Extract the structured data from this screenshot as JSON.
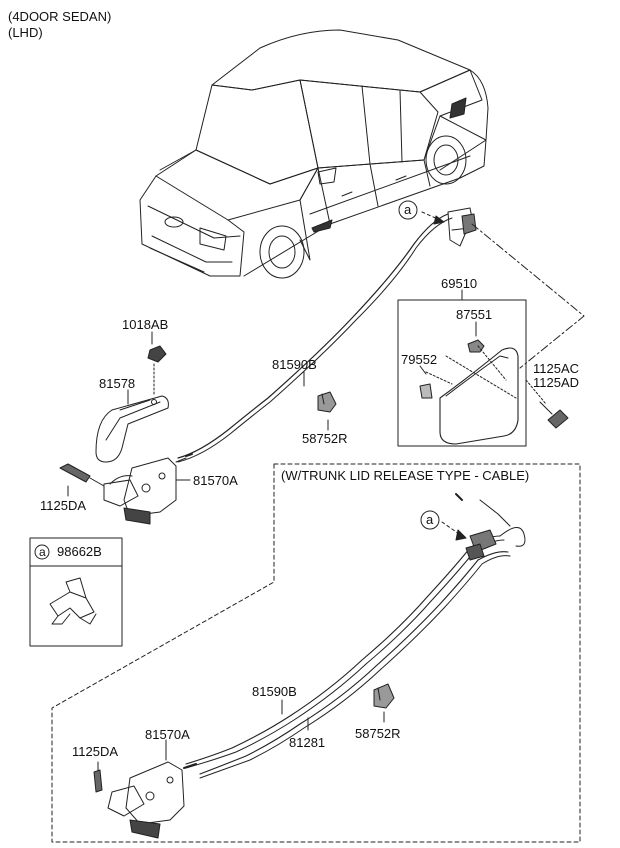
{
  "header": {
    "line1": "(4DOOR SEDAN)",
    "line2": "(LHD)"
  },
  "callout": {
    "marker": "a",
    "part_number": "98662B"
  },
  "trunk_section": {
    "title": "(W/TRUNK LID RELEASE TYPE - CABLE)"
  },
  "upper_parts": {
    "p69510": "69510",
    "p87551": "87551",
    "p79552": "79552",
    "p1125AC": "1125AC",
    "p1125AD": "1125AD",
    "p81590B": "81590B",
    "p58752R": "58752R",
    "p1018AB": "1018AB",
    "p81578": "81578",
    "p81570A": "81570A",
    "p1125DA": "1125DA"
  },
  "lower_parts": {
    "p81590B": "81590B",
    "p81281": "81281",
    "p58752R": "58752R",
    "p1125DA": "1125DA",
    "p81570A": "81570A"
  },
  "markers": {
    "upper": "a",
    "lower": "a"
  }
}
